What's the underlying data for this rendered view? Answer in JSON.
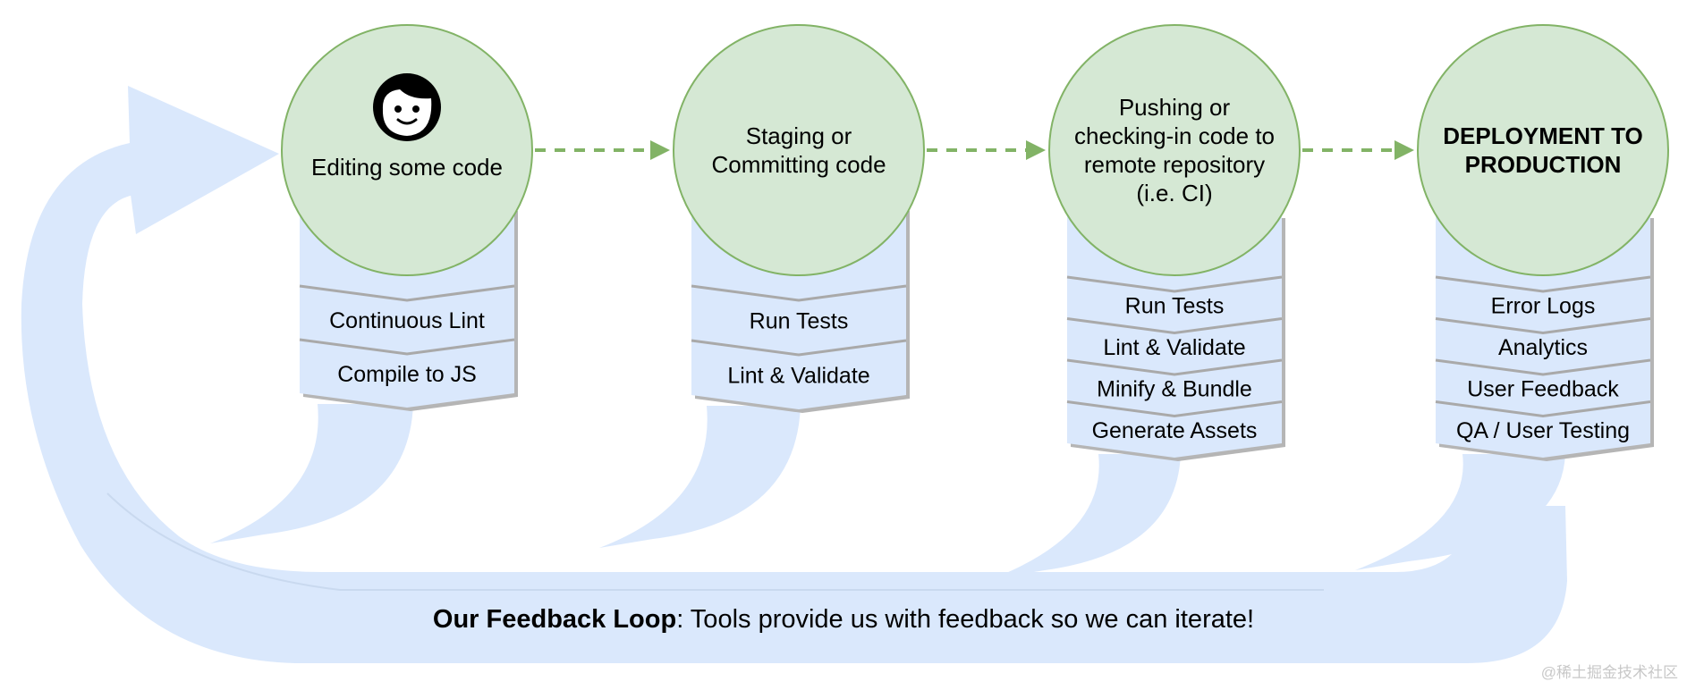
{
  "stages": [
    {
      "title_lines": [
        "Editing some code"
      ],
      "bold": false,
      "has_face_icon": true,
      "tools": [
        "Continuous Lint",
        "Compile to JS"
      ]
    },
    {
      "title_lines": [
        "Staging or",
        "Committing code"
      ],
      "bold": false,
      "has_face_icon": false,
      "tools": [
        "Run Tests",
        "Lint & Validate"
      ]
    },
    {
      "title_lines": [
        "Pushing or",
        "checking-in code to",
        "remote repository",
        "(i.e. CI)"
      ],
      "bold": false,
      "has_face_icon": false,
      "tools": [
        "Run Tests",
        "Lint & Validate",
        "Minify & Bundle",
        "Generate Assets"
      ]
    },
    {
      "title_lines": [
        "DEPLOYMENT TO",
        "PRODUCTION"
      ],
      "bold": true,
      "has_face_icon": false,
      "tools": [
        "Error Logs",
        "Analytics",
        "User Feedback",
        "QA / User Testing"
      ]
    }
  ],
  "caption": {
    "bold": "Our Feedback Loop",
    "rest": ": Tools provide us with feedback so we can iterate!"
  },
  "watermark": "@稀土掘金技术社区",
  "colors": {
    "circle_fill": "#d5e8d4",
    "circle_stroke": "#82b366",
    "connector": "#82b366",
    "tool_fill": "#dae8fc",
    "tool_divider": "#a9a9a9",
    "tool_shadow": "#b5b5b5",
    "loop_fill": "#dae8fc"
  },
  "icons": {
    "stage_icon": "face-icon"
  }
}
